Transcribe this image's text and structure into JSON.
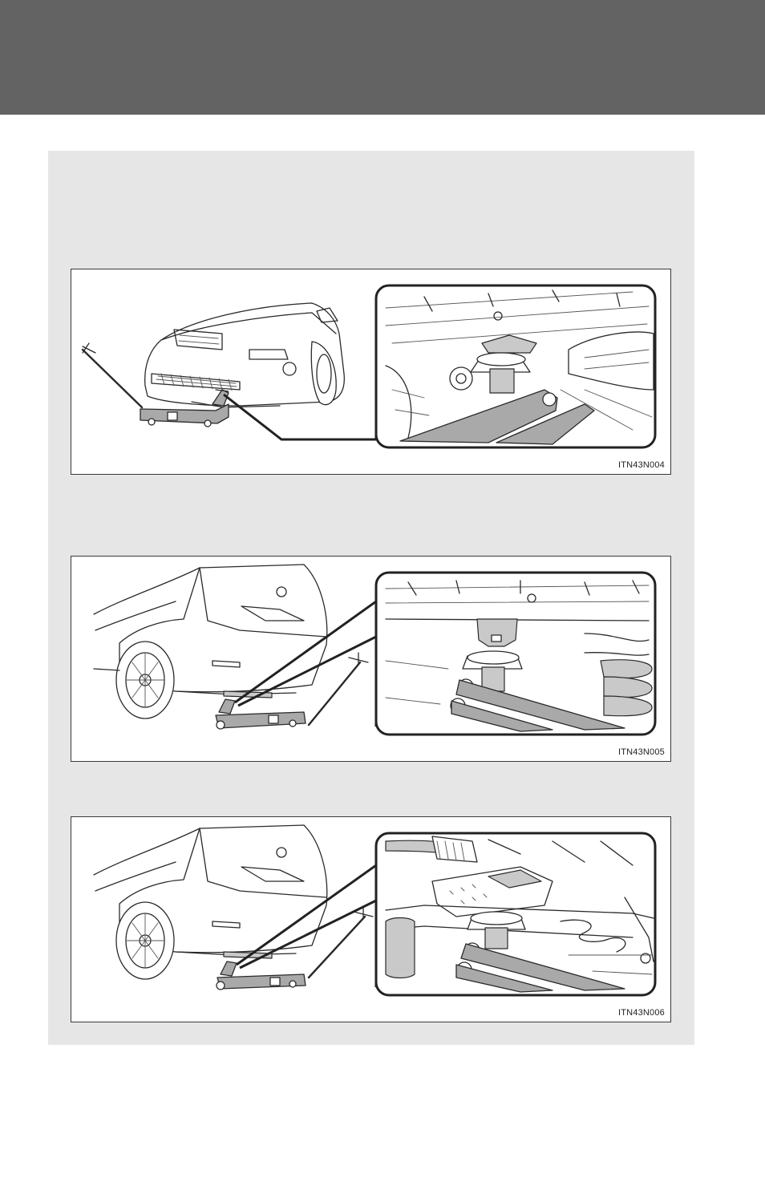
{
  "figures": [
    {
      "code": "ITN43N004",
      "subject": "front-jack-point"
    },
    {
      "code": "ITN43N005",
      "subject": "rear-jack-point"
    },
    {
      "code": "ITN43N006",
      "subject": "rear-jack-point-alternate"
    }
  ]
}
